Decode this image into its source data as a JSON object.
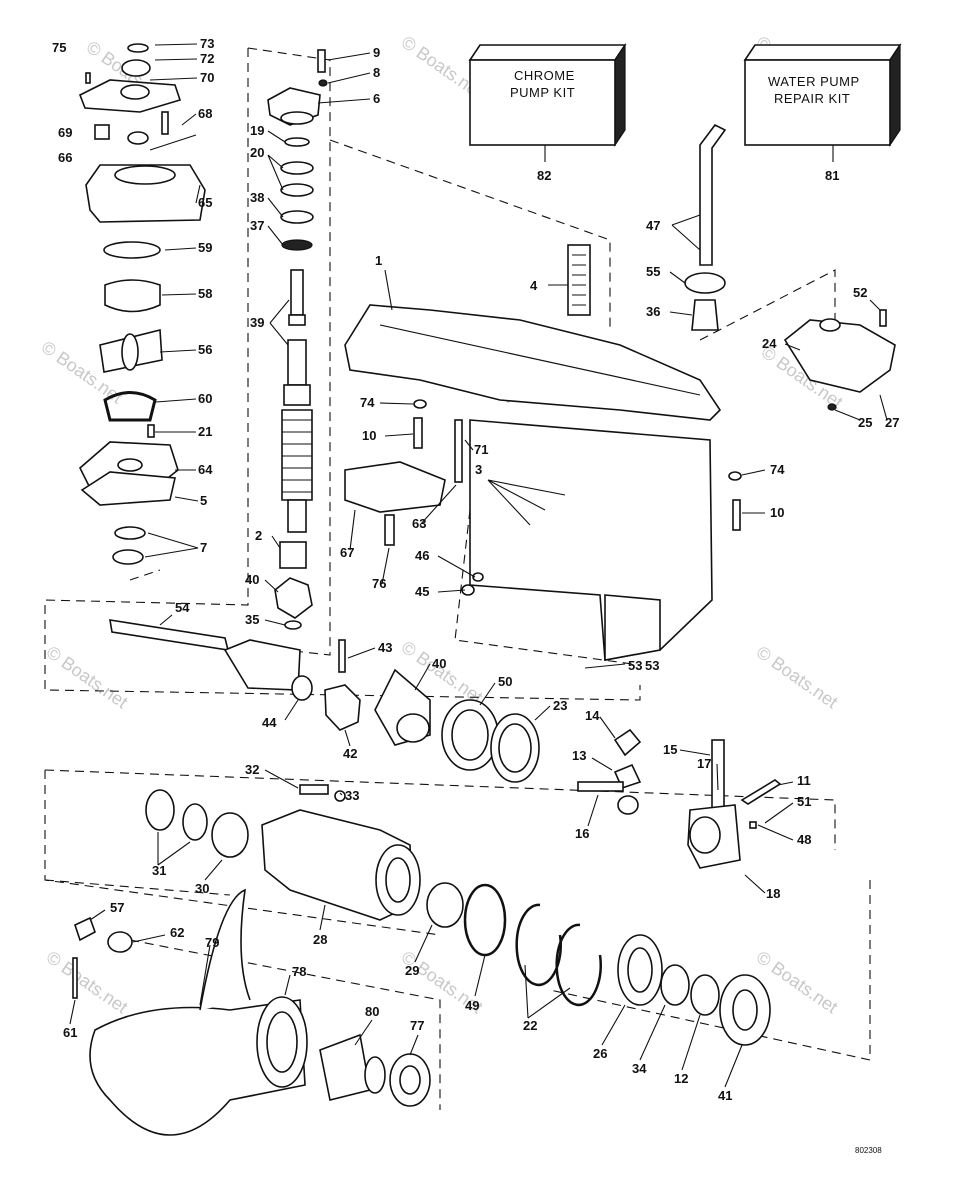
{
  "kit_boxes": {
    "chrome_pump": {
      "line1": "CHROME",
      "line2": "PUMP KIT",
      "number": "82"
    },
    "water_pump": {
      "line1": "WATER PUMP",
      "line2": "REPAIR KIT",
      "number": "81"
    }
  },
  "watermark": "© Boats.net",
  "reference_code": "802308",
  "callouts": [
    "75",
    "73",
    "72",
    "70",
    "69",
    "68",
    "66",
    "65",
    "59",
    "58",
    "56",
    "60",
    "21",
    "64",
    "5",
    "7",
    "9",
    "8",
    "6",
    "19",
    "20",
    "38",
    "37",
    "39",
    "2",
    "40",
    "35",
    "1",
    "4",
    "74",
    "10",
    "71",
    "3",
    "63",
    "67",
    "76",
    "46",
    "45",
    "47",
    "55",
    "36",
    "52",
    "24",
    "25",
    "27",
    "54",
    "43",
    "44",
    "42",
    "50",
    "23",
    "14",
    "13",
    "16",
    "15",
    "17",
    "11",
    "51",
    "48",
    "18",
    "32",
    "33",
    "31",
    "30",
    "28",
    "29",
    "49",
    "22",
    "26",
    "34",
    "12",
    "41",
    "57",
    "62",
    "61",
    "79",
    "78",
    "80",
    "77",
    "53"
  ]
}
